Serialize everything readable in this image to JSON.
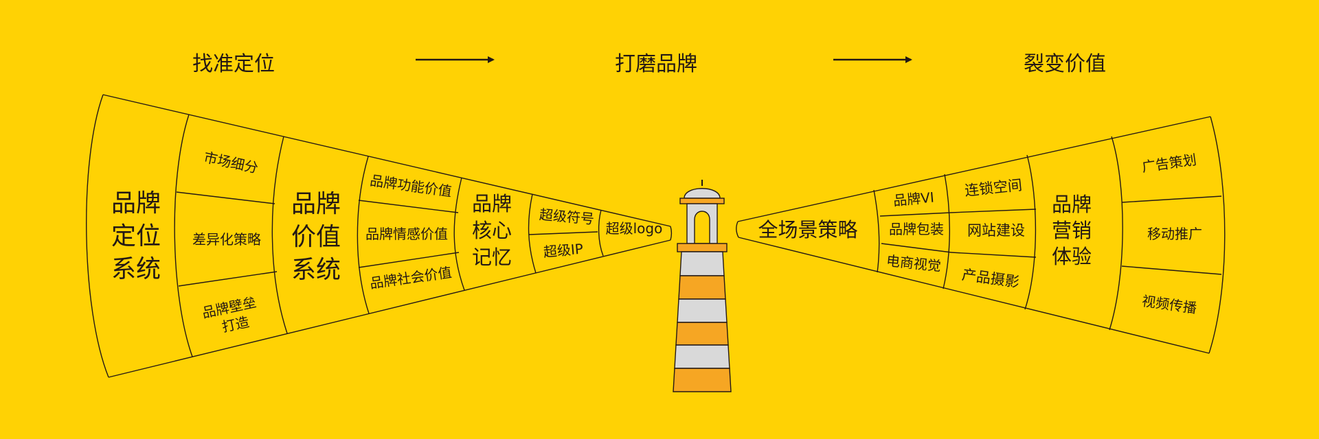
{
  "colors": {
    "background": "#FFD204",
    "line": "#231815",
    "lighthouse_gray": "#D9D9D9",
    "lighthouse_orange": "#F6A623"
  },
  "header": {
    "step1": "找准定位",
    "step2": "打磨品牌",
    "step3": "裂变价值",
    "arrow_icon": "right-arrow"
  },
  "left_fan": {
    "sec1": {
      "title": [
        "品牌",
        "定位",
        "系统"
      ],
      "items": [
        "市场细分",
        "差异化策略",
        "品牌壁垒",
        "打造"
      ]
    },
    "sec2": {
      "title": [
        "品牌",
        "价值",
        "系统"
      ],
      "items": [
        "品牌功能价值",
        "品牌情感价值",
        "品牌社会价值"
      ]
    },
    "sec3": {
      "title": [
        "品牌",
        "核心",
        "记忆"
      ],
      "items": [
        "超级符号",
        "超级IP"
      ]
    },
    "tip": "超级logo"
  },
  "right_fan": {
    "tip": "全场景策略",
    "col1": [
      "品牌VI",
      "品牌包装",
      "电商视觉"
    ],
    "col2": [
      "连锁空间",
      "网站建设",
      "产品摄影"
    ],
    "sec": {
      "title": [
        "品牌",
        "营销",
        "体验"
      ],
      "items": [
        "广告策划",
        "移动推广",
        "视频传播"
      ]
    }
  },
  "center": {
    "icon": "lighthouse-icon"
  }
}
